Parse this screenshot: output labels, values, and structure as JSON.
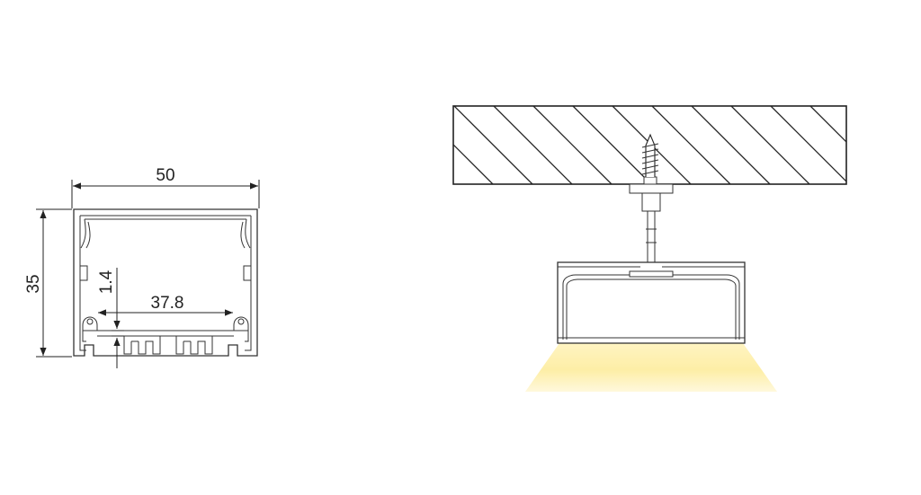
{
  "dimensions": {
    "width": "50",
    "height": "35",
    "inner_width": "37.8",
    "wall": "1.4"
  },
  "colors": {
    "line": "#333333",
    "light_beam": "#fff1b0",
    "background": "#ffffff"
  }
}
